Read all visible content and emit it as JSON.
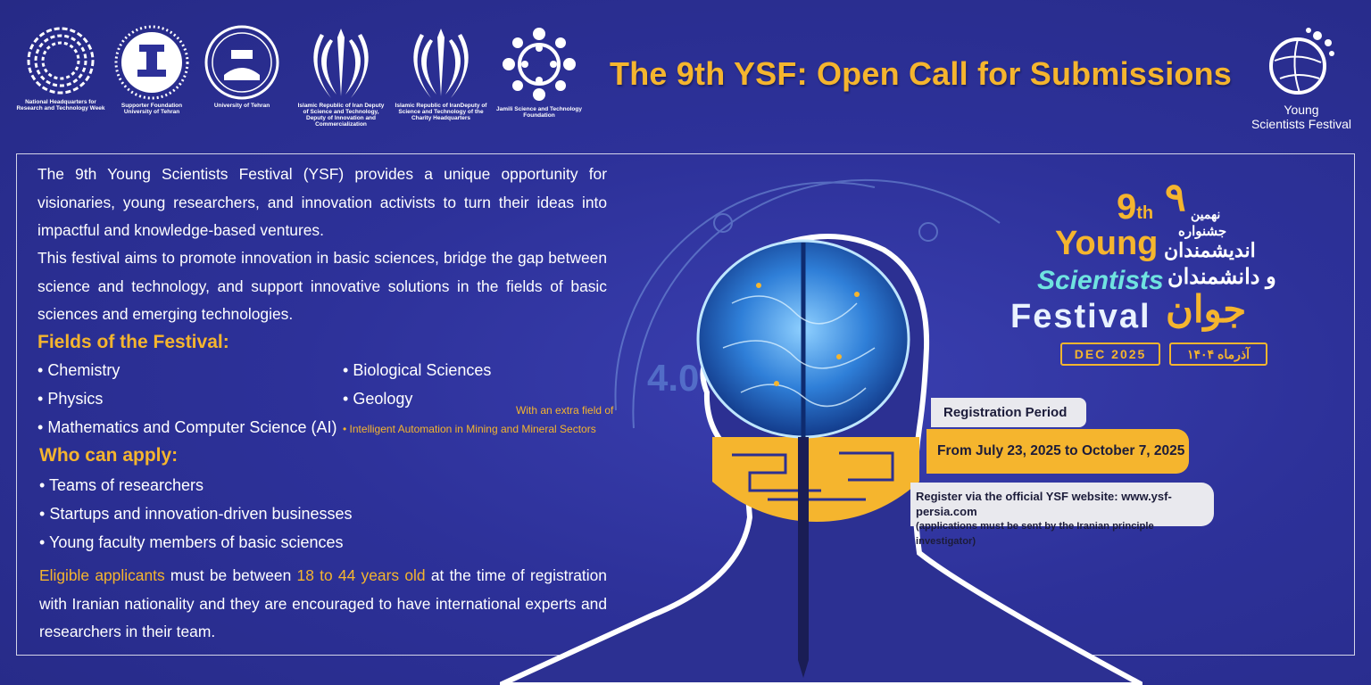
{
  "logos": [
    {
      "name": "national-headquarters",
      "caption": "National Headquarters for Research and Technology Week"
    },
    {
      "name": "supporter-foundation",
      "caption": "Supporter Foundation University of Tehran"
    },
    {
      "name": "university-of-tehran",
      "caption": "University of Tehran"
    },
    {
      "name": "iran-emblem-1",
      "caption": "Islamic Republic of Iran Deputy of Science and Technology, Deputy of Innovation and Commercialization"
    },
    {
      "name": "iran-emblem-2",
      "caption": "Islamic Republic of IranDeputy of Science and Technology of the Charity Headquarters"
    },
    {
      "name": "jamili-foundation",
      "caption": "Jamili Science and Technology Foundation"
    }
  ],
  "headline": "The 9th YSF: Open Call for Submissions",
  "brand": {
    "line1": "Young",
    "line2": "Scientists Festival"
  },
  "intro": [
    "The 9th Young Scientists Festival (YSF) provides a unique opportunity for visionaries, young researchers, and innovation activists to turn their ideas into impactful and knowledge-based ventures.",
    "This festival aims to promote innovation in basic sciences, bridge the gap between science and technology, and support innovative solutions in the fields of basic sciences and emerging technologies."
  ],
  "fields": {
    "heading": "Fields of the Festival:",
    "left": [
      "Chemistry",
      "Physics",
      "Mathematics and Computer Science (AI)"
    ],
    "right": [
      "Biological Sciences",
      "Geology"
    ],
    "extra_label": "With an extra field of",
    "extra": "Intelligent Automation in Mining and Mineral Sectors"
  },
  "apply": {
    "heading": "Who can apply:",
    "items": [
      "Teams of researchers",
      "Startups and innovation-driven businesses",
      "Young faculty members of basic sciences"
    ]
  },
  "eligibility": {
    "part1": "Eligible applicants",
    "part2": " must be between ",
    "part3": "18 to 44 years old",
    "part4": " at the time of registration with Iranian nationality and they are encouraged to have international experts and researchers in their team."
  },
  "festival_logo": {
    "num": "9",
    "sup": "th",
    "young": "Young",
    "scientists": "Scientists",
    "festival": "Festival",
    "date": "DEC 2025",
    "fa_num": "۹",
    "fa_line1": "نهمین",
    "fa_line2": "جشنواره",
    "fa_line3": "اندیشمندان",
    "fa_line4": "و دانشمندان",
    "fa_big": "جوان",
    "fa_date": "آذرماه ۱۴۰۴"
  },
  "registration": {
    "period_label": "Registration Period",
    "dates": "From July 23, 2025 to October  7, 2025",
    "website": "Register via the official YSF website: www.ysf-persia.com",
    "note": "(applications must be sent by the Iranian principle investigator)"
  },
  "colors": {
    "background": "#2d3199",
    "accent": "#f5b52e",
    "light_panel": "#e9e9ee"
  }
}
